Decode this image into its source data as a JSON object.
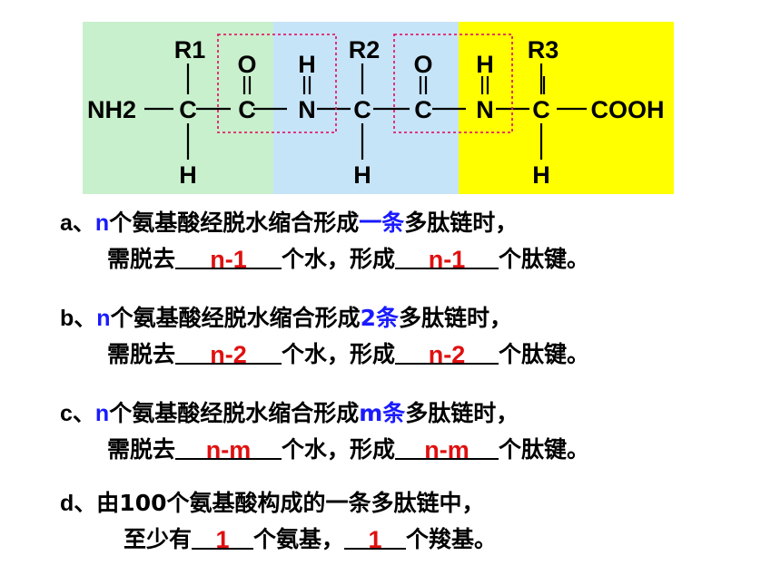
{
  "structure": {
    "groups": [
      {
        "r": "R1",
        "left": "NH2",
        "carbonyl_o": "O",
        "amide_h": "H",
        "alpha_h": "H"
      },
      {
        "r": "R2",
        "carbonyl_o": "O",
        "amide_h": "H",
        "alpha_h": "H"
      },
      {
        "r": "R3",
        "right": "COOH",
        "alpha_h": "H"
      }
    ],
    "atoms": {
      "c": "C",
      "n": "N"
    },
    "colors": {
      "region1": "#c8f0cc",
      "region2": "#c6e4f8",
      "region3": "#ffff00",
      "peptide_box": "#e0206c"
    }
  },
  "questions": [
    {
      "id": "a",
      "sep": "、",
      "n": "n",
      "line1_a": "个氨基酸经脱水缩合形成",
      "count": "一条",
      "line1_b": "多肽链时，",
      "line2_a": "需脱去",
      "ans1": "n-1",
      "line2_b": "个水，形成",
      "ans2": "n-1",
      "line2_c": "个肽键。"
    },
    {
      "id": "b",
      "sep": "、",
      "n": "n",
      "line1_a": "个氨基酸经脱水缩合形成",
      "count": "2条",
      "line1_b": "多肽链时，",
      "line2_a": "需脱去",
      "ans1": "n-2",
      "line2_b": "个水，形成",
      "ans2": "n-2",
      "line2_c": "个肽键。"
    },
    {
      "id": "c",
      "sep": "、",
      "n": "n",
      "line1_a": "个氨基酸经脱水缩合形成",
      "count": "m条",
      "line1_b": "多肽链时，",
      "line2_a": "需脱去",
      "ans1": "n-m",
      "line2_b": "个水，形成",
      "ans2": "n-m",
      "line2_c": "个肽键。"
    }
  ],
  "question_d": {
    "id": "d",
    "sep": "、",
    "line1": "由100个氨基酸构成的一条多肽链中，",
    "line2_a": "至少有",
    "ans1": "1",
    "line2_b": "个氨基，",
    "ans2": "1",
    "line2_c": "个羧基。"
  }
}
